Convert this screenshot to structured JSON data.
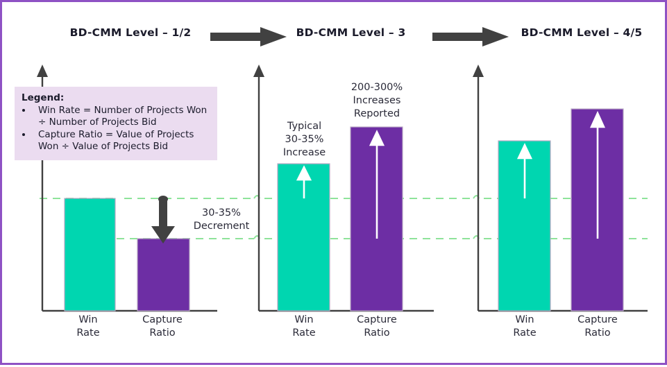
{
  "headers": [
    {
      "label": "BD-CMM Level – 1/2"
    },
    {
      "label": "BD-CMM Level – 3"
    },
    {
      "label": "BD-CMM Level – 4/5"
    }
  ],
  "flow_arrows": [
    {
      "name": "flow-arrow-1"
    },
    {
      "name": "flow-arrow-2"
    }
  ],
  "legend": {
    "title": "Legend:",
    "items": [
      "Win Rate = Number of Projects Won ÷ Number of Projects Bid",
      "Capture Ratio = Value of Projects Won ÷ Value of Projects Bid"
    ]
  },
  "categories": [
    "Win\nRate",
    "Capture\nRatio"
  ],
  "annotations": {
    "decrement": "30-35%\nDecrement",
    "mid_win": "Typical\n30-35%\nIncrease",
    "mid_capture": "200-300%\nIncreases\nReported"
  },
  "colors": {
    "teal": "#00D6B0",
    "purple": "#6D2EA4",
    "border": "#8E52C4",
    "legend_bg": "#EBDCF0",
    "dashed_green": "#8EE39A",
    "axis": "#404040",
    "dark_arrow": "#414141"
  },
  "chart_data": {
    "type": "bar",
    "title": "BD-CMM Maturity Impact on Win Rate and Capture Ratio",
    "categories": [
      "Win Rate",
      "Capture Ratio"
    ],
    "grid": false,
    "legend_position": "top-left",
    "reference_lines": [
      {
        "name": "baseline-win-rate",
        "y": 165,
        "style": "dashed",
        "color": "#8EE39A"
      },
      {
        "name": "baseline-capture-ratio",
        "y": 107,
        "style": "dashed",
        "color": "#8EE39A"
      }
    ],
    "ylim": [
      0,
      360
    ],
    "ylabel": "",
    "xlabel": "",
    "panels": [
      {
        "name": "BD-CMM Level – 1/2",
        "series": [
          {
            "name": "Win Rate",
            "value": 165,
            "color": "#00D6B0"
          },
          {
            "name": "Capture Ratio",
            "value": 107,
            "color": "#6D2EA4"
          }
        ],
        "annotations": [
          {
            "text": "30-35% Decrement",
            "direction": "down",
            "from": "Win Rate",
            "to": "Capture Ratio"
          }
        ]
      },
      {
        "name": "BD-CMM Level – 3",
        "series": [
          {
            "name": "Win Rate",
            "value": 215,
            "color": "#00D6B0"
          },
          {
            "name": "Capture Ratio",
            "value": 268,
            "color": "#6D2EA4"
          }
        ],
        "annotations": [
          {
            "text": "Typical 30-35% Increase",
            "direction": "up",
            "target": "Win Rate"
          },
          {
            "text": "200-300% Increases Reported",
            "direction": "up",
            "target": "Capture Ratio"
          }
        ]
      },
      {
        "name": "BD-CMM Level – 4/5",
        "series": [
          {
            "name": "Win Rate",
            "value": 248,
            "color": "#00D6B0"
          },
          {
            "name": "Capture Ratio",
            "value": 294,
            "color": "#6D2EA4"
          }
        ],
        "annotations": [
          {
            "text": "increase-arrow",
            "direction": "up",
            "target": "Win Rate"
          },
          {
            "text": "increase-arrow",
            "direction": "up",
            "target": "Capture Ratio"
          }
        ]
      }
    ]
  }
}
